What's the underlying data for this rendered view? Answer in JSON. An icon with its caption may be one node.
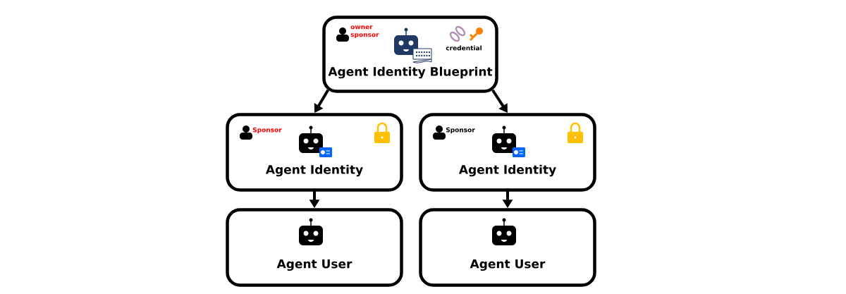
{
  "diagram": {
    "nodes": [
      {
        "text": [
          "owner sponsor",
          "credential",
          "Agent Identity Blueprint"
        ]
      },
      {
        "text": [
          "Sponsor",
          "Agent Identity"
        ]
      },
      {
        "text": [
          "Sponsor",
          "Agent Identity"
        ]
      },
      {
        "text": [
          "Agent User"
        ]
      },
      {
        "text": [
          "Agent User"
        ]
      }
    ],
    "edges": [
      {
        "from": 0,
        "to": 1,
        "arrow": "to"
      },
      {
        "from": 0,
        "to": 2,
        "arrow": "to"
      },
      {
        "from": 1,
        "to": 3,
        "arrow": "to"
      },
      {
        "from": 2,
        "to": 4,
        "arrow": "to"
      }
    ]
  }
}
